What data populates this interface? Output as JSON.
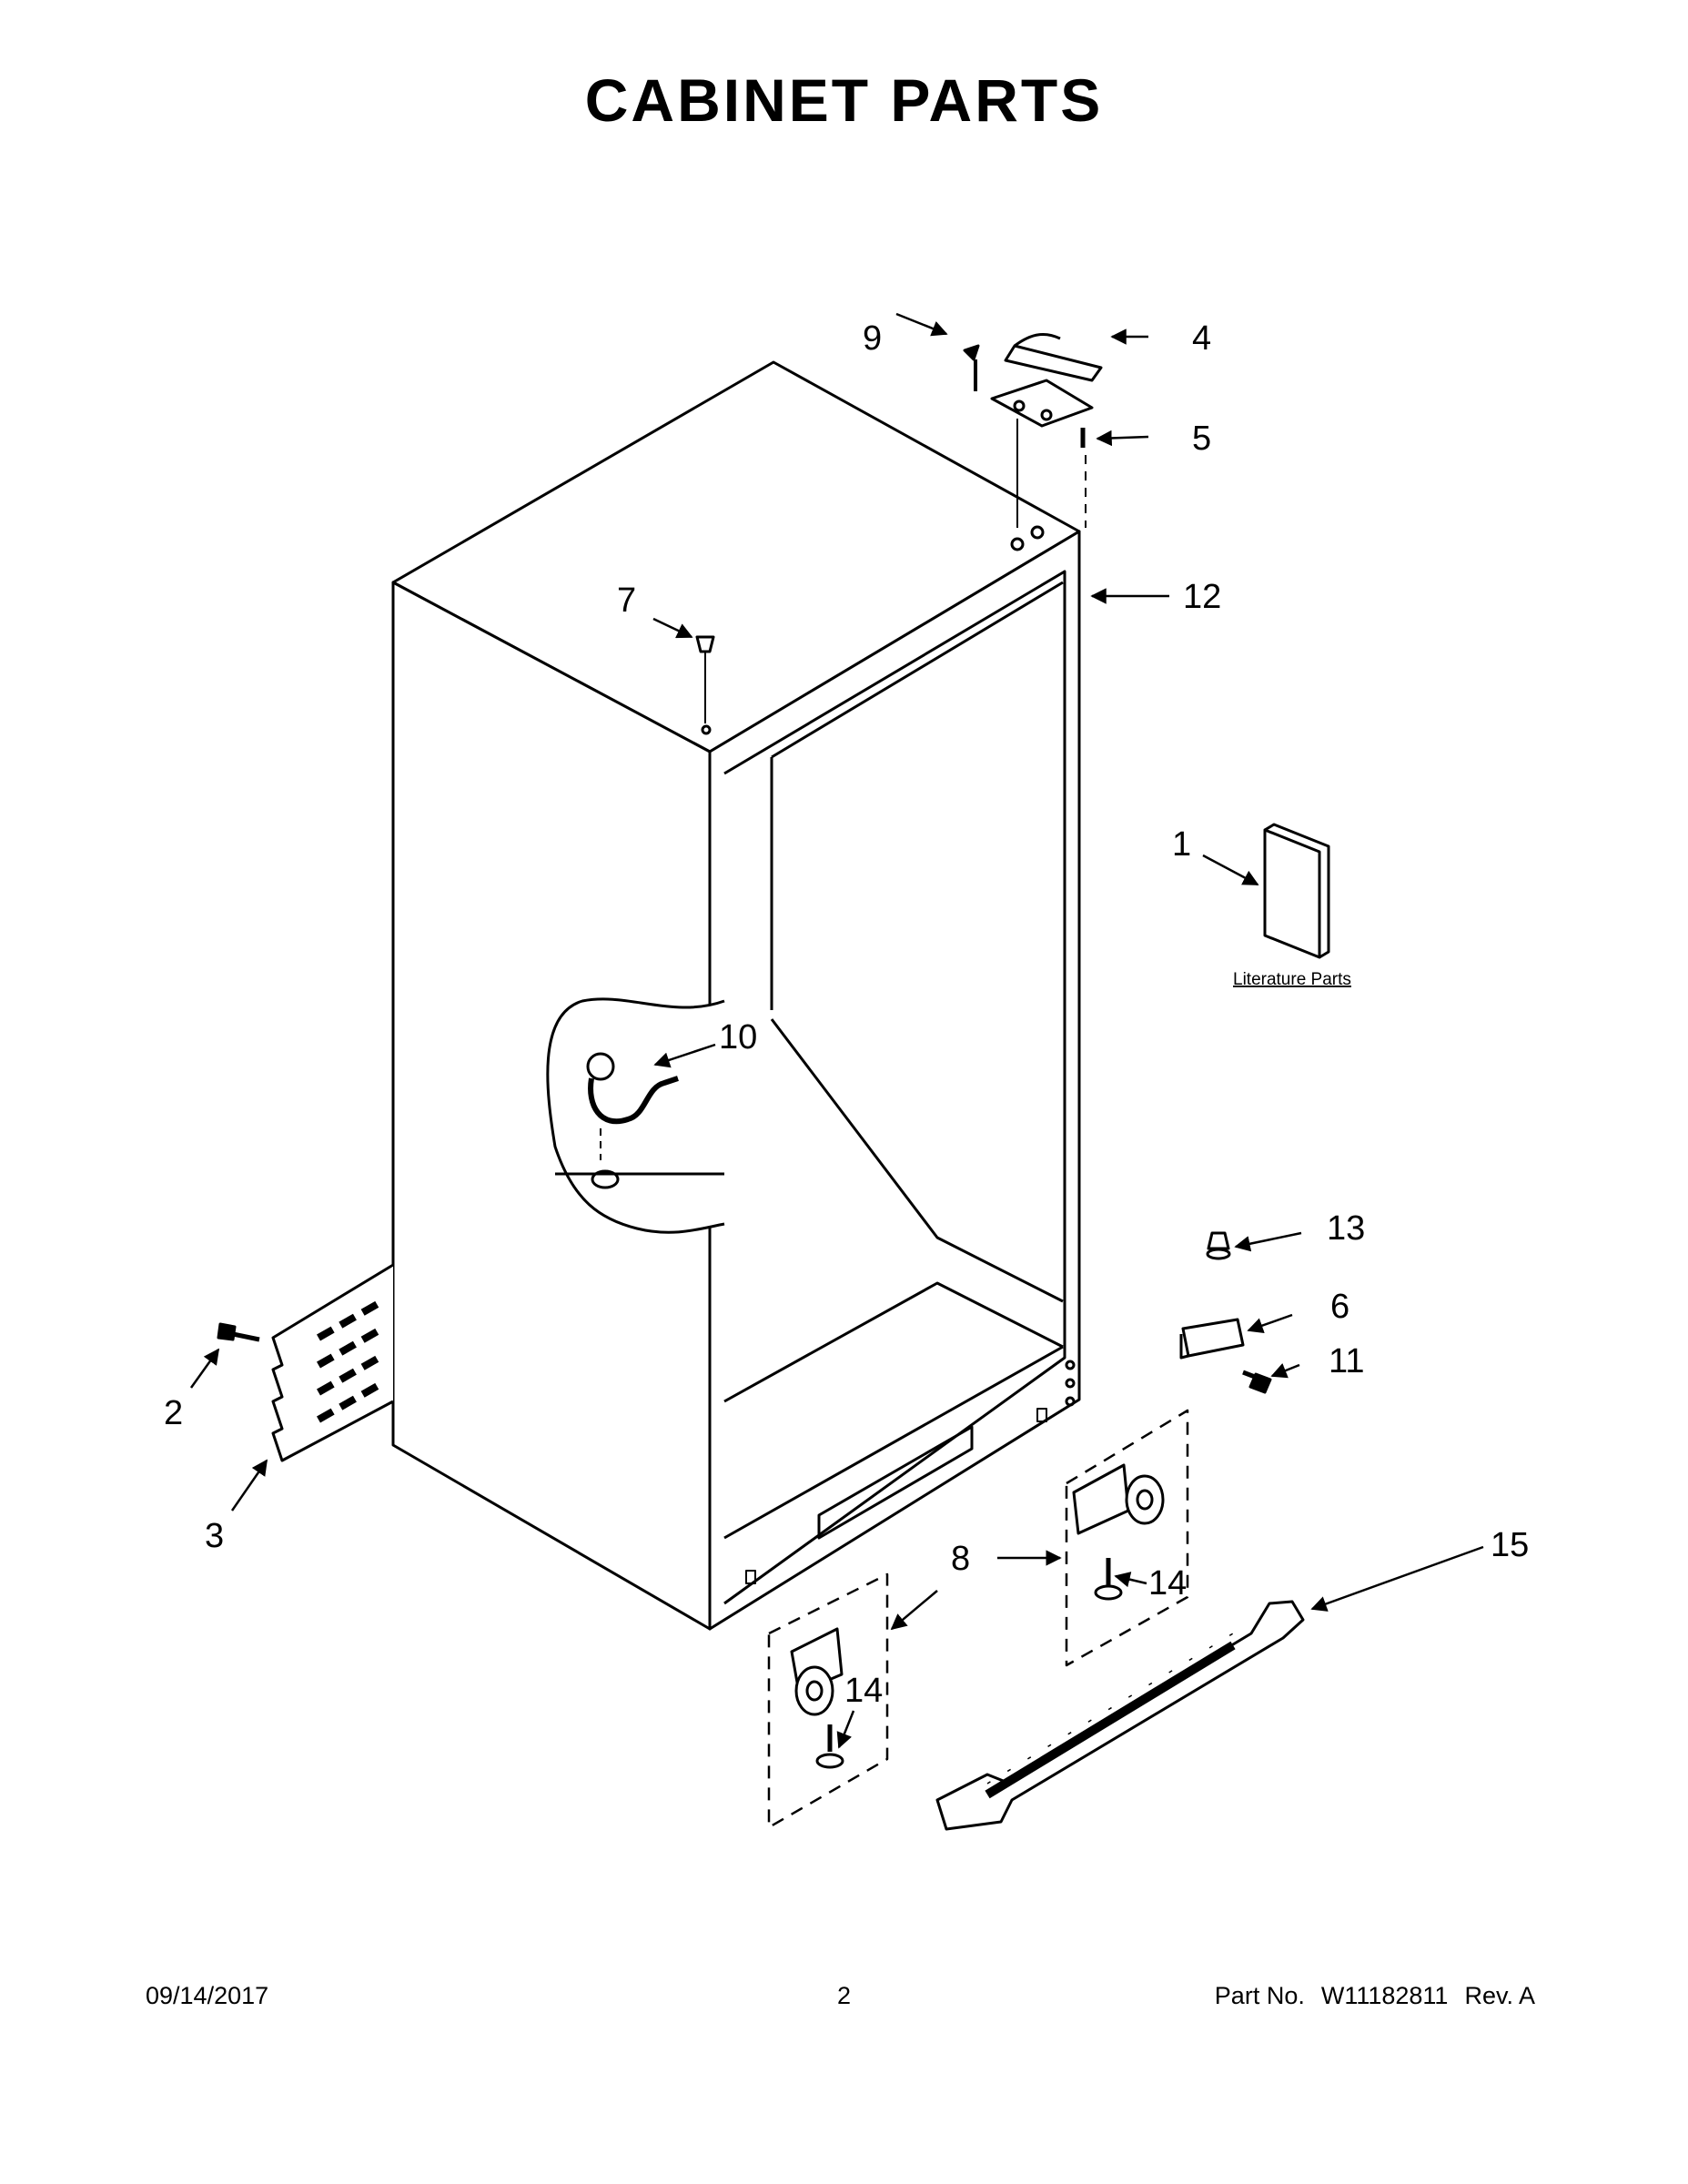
{
  "title": "CABINET PARTS",
  "callouts": {
    "c1": "1",
    "c2": "2",
    "c3": "3",
    "c4": "4",
    "c5": "5",
    "c6": "6",
    "c7": "7",
    "c8": "8",
    "c9": "9",
    "c10": "10",
    "c11": "11",
    "c12": "12",
    "c13": "13",
    "c14a": "14",
    "c14b": "14",
    "c15": "15"
  },
  "literature_label": "Literature Parts",
  "footer": {
    "date": "09/14/2017",
    "page": "2",
    "part_label": "Part No.",
    "part_number": "W11182811",
    "revision": "Rev.  A"
  }
}
